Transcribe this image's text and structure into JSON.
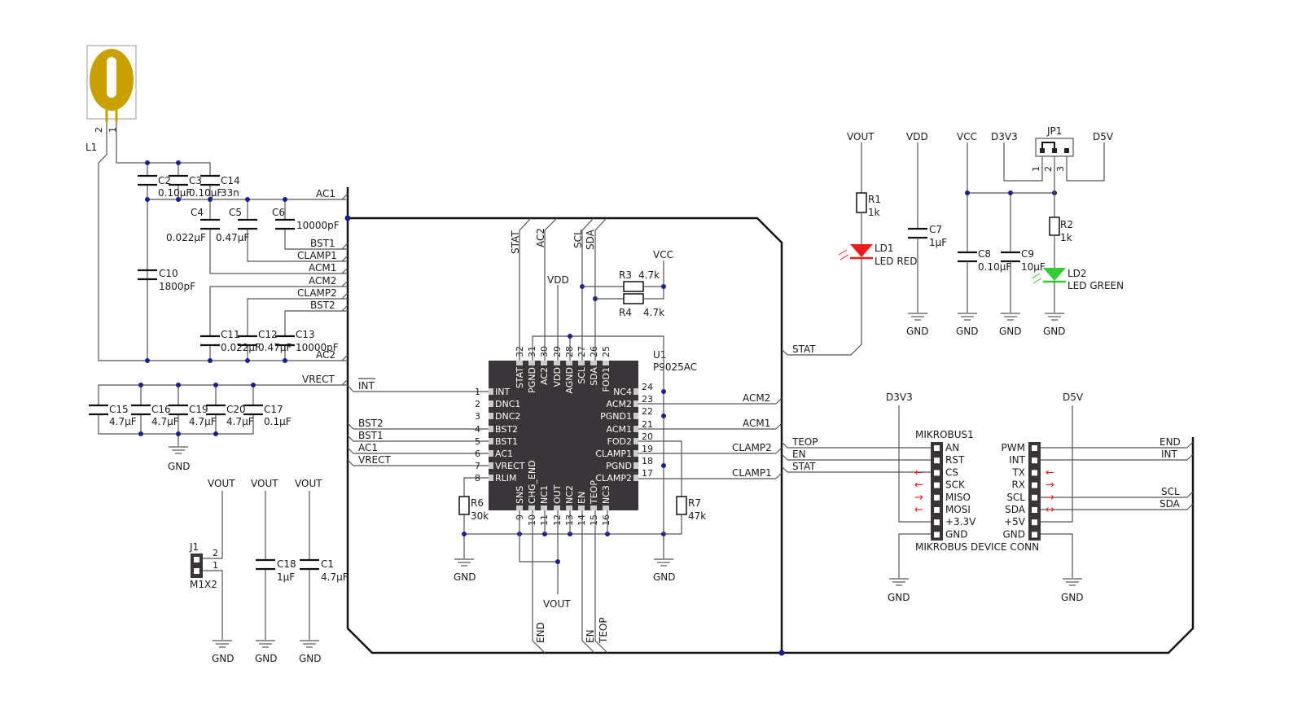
{
  "title": "",
  "colors": {
    "wire": "#555555",
    "bus": "#111111",
    "junction": "#1f1f8a",
    "chip_body": "#3a3538",
    "coil": "#c8a000",
    "led_red": "#ee1c1c",
    "led_green": "#33cc33",
    "arrow": "#dd2222"
  },
  "coil": {
    "ref": "L1",
    "pin2": "2",
    "pin1": "1"
  },
  "caps": {
    "C2": {
      "ref": "C2",
      "val": "0.10µF"
    },
    "C3": {
      "ref": "C3",
      "val": "0.10µF"
    },
    "C14": {
      "ref": "C14",
      "val": "33n"
    },
    "C4": {
      "ref": "C4",
      "val": "0.022µF"
    },
    "C5": {
      "ref": "C5",
      "val": "0.47µF"
    },
    "C6": {
      "ref": "C6",
      "val": "10000pF"
    },
    "C10": {
      "ref": "C10",
      "val": "1800pF"
    },
    "C11": {
      "ref": "C11",
      "val": "0.022µF"
    },
    "C12": {
      "ref": "C12",
      "val": "0.47µF"
    },
    "C13": {
      "ref": "C13",
      "val": "10000pF"
    },
    "C15": {
      "ref": "C15",
      "val": "4.7µF"
    },
    "C16": {
      "ref": "C16",
      "val": "4.7µF"
    },
    "C19": {
      "ref": "C19",
      "val": "4.7µF"
    },
    "C20": {
      "ref": "C20",
      "val": "4.7µF"
    },
    "C17": {
      "ref": "C17",
      "val": "0.1µF"
    },
    "C18": {
      "ref": "C18",
      "val": "1µF"
    },
    "C1": {
      "ref": "C1",
      "val": "4.7µF"
    },
    "C7": {
      "ref": "C7",
      "val": "1µF"
    },
    "C8": {
      "ref": "C8",
      "val": "0.10µF"
    },
    "C9": {
      "ref": "C9",
      "val": "10µF"
    }
  },
  "resistors": {
    "R1": {
      "ref": "R1",
      "val": "1k"
    },
    "R2": {
      "ref": "R2",
      "val": "1k"
    },
    "R3": {
      "ref": "R3",
      "val": "4.7k"
    },
    "R4": {
      "ref": "R4",
      "val": "4.7k"
    },
    "R6": {
      "ref": "R6",
      "val": "30k"
    },
    "R7": {
      "ref": "R7",
      "val": "47k"
    }
  },
  "leds": {
    "LD1": {
      "ref": "LD1",
      "val": "LED RED"
    },
    "LD2": {
      "ref": "LD2",
      "val": "LED GREEN"
    }
  },
  "jumper_j1": {
    "ref": "J1",
    "pkg": "M1X2",
    "pin2": "2",
    "pin1": "1"
  },
  "jumper_jp1": {
    "ref": "JP1",
    "pin1": "1",
    "pin2": "2",
    "pin3": "3"
  },
  "rails": {
    "VOUT": "VOUT",
    "VDD": "VDD",
    "VCC": "VCC",
    "D3V3": "D3V3",
    "D5V": "D5V",
    "GND": "GND"
  },
  "bus_labels": {
    "AC1": "AC1",
    "BST1": "BST1",
    "CLAMP1": "CLAMP1",
    "ACM1": "ACM1",
    "ACM2": "ACM2",
    "CLAMP2": "CLAMP2",
    "BST2": "BST2",
    "AC2": "AC2",
    "VRECT": "VRECT",
    "INT": "INT",
    "STAT": "STAT",
    "SCL": "SCL",
    "SDA": "SDA",
    "TEOP": "TEOP",
    "EN": "EN",
    "END": "END"
  },
  "ic": {
    "ref": "U1",
    "part": "P9025AC",
    "left": [
      {
        "num": "1",
        "name": "INT"
      },
      {
        "num": "2",
        "name": "DNC1"
      },
      {
        "num": "3",
        "name": "DNC2"
      },
      {
        "num": "4",
        "name": "BST2"
      },
      {
        "num": "5",
        "name": "BST1"
      },
      {
        "num": "6",
        "name": "AC1"
      },
      {
        "num": "7",
        "name": "VRECT"
      },
      {
        "num": "8",
        "name": "RLIM"
      }
    ],
    "bottom": [
      {
        "num": "9",
        "name": "SNS"
      },
      {
        "num": "10",
        "name": "CHG_END"
      },
      {
        "num": "11",
        "name": "NC1"
      },
      {
        "num": "12",
        "name": "OUT"
      },
      {
        "num": "13",
        "name": "NC2"
      },
      {
        "num": "14",
        "name": "EN"
      },
      {
        "num": "15",
        "name": "TEOP"
      },
      {
        "num": "16",
        "name": "NC3"
      }
    ],
    "right": [
      {
        "num": "24",
        "name": "NC4"
      },
      {
        "num": "23",
        "name": "ACM2"
      },
      {
        "num": "22",
        "name": "PGND1"
      },
      {
        "num": "21",
        "name": "ACM1"
      },
      {
        "num": "20",
        "name": "FOD2"
      },
      {
        "num": "19",
        "name": "CLAMP1"
      },
      {
        "num": "18",
        "name": "PGND"
      },
      {
        "num": "17",
        "name": "CLAMP2"
      }
    ],
    "top": [
      {
        "num": "32",
        "name": "STAT"
      },
      {
        "num": "31",
        "name": "PGND"
      },
      {
        "num": "30",
        "name": "AC2"
      },
      {
        "num": "29",
        "name": "VDD"
      },
      {
        "num": "28",
        "name": "AGND"
      },
      {
        "num": "27",
        "name": "SCL"
      },
      {
        "num": "26",
        "name": "SDA"
      },
      {
        "num": "25",
        "name": "FOD1"
      }
    ]
  },
  "mikrobus": {
    "ref": "MIKROBUS1",
    "footer": "MIKROBUS DEVICE CONN",
    "left": [
      "AN",
      "RST",
      "CS",
      "SCK",
      "MISO",
      "MOSI",
      "+3.3V",
      "GND"
    ],
    "right": [
      "PWM",
      "INT",
      "TX",
      "RX",
      "SCL",
      "SDA",
      "+5V",
      "GND"
    ],
    "arrow_left": "←",
    "arrow_right": "→",
    "arrow_both": "↔"
  }
}
